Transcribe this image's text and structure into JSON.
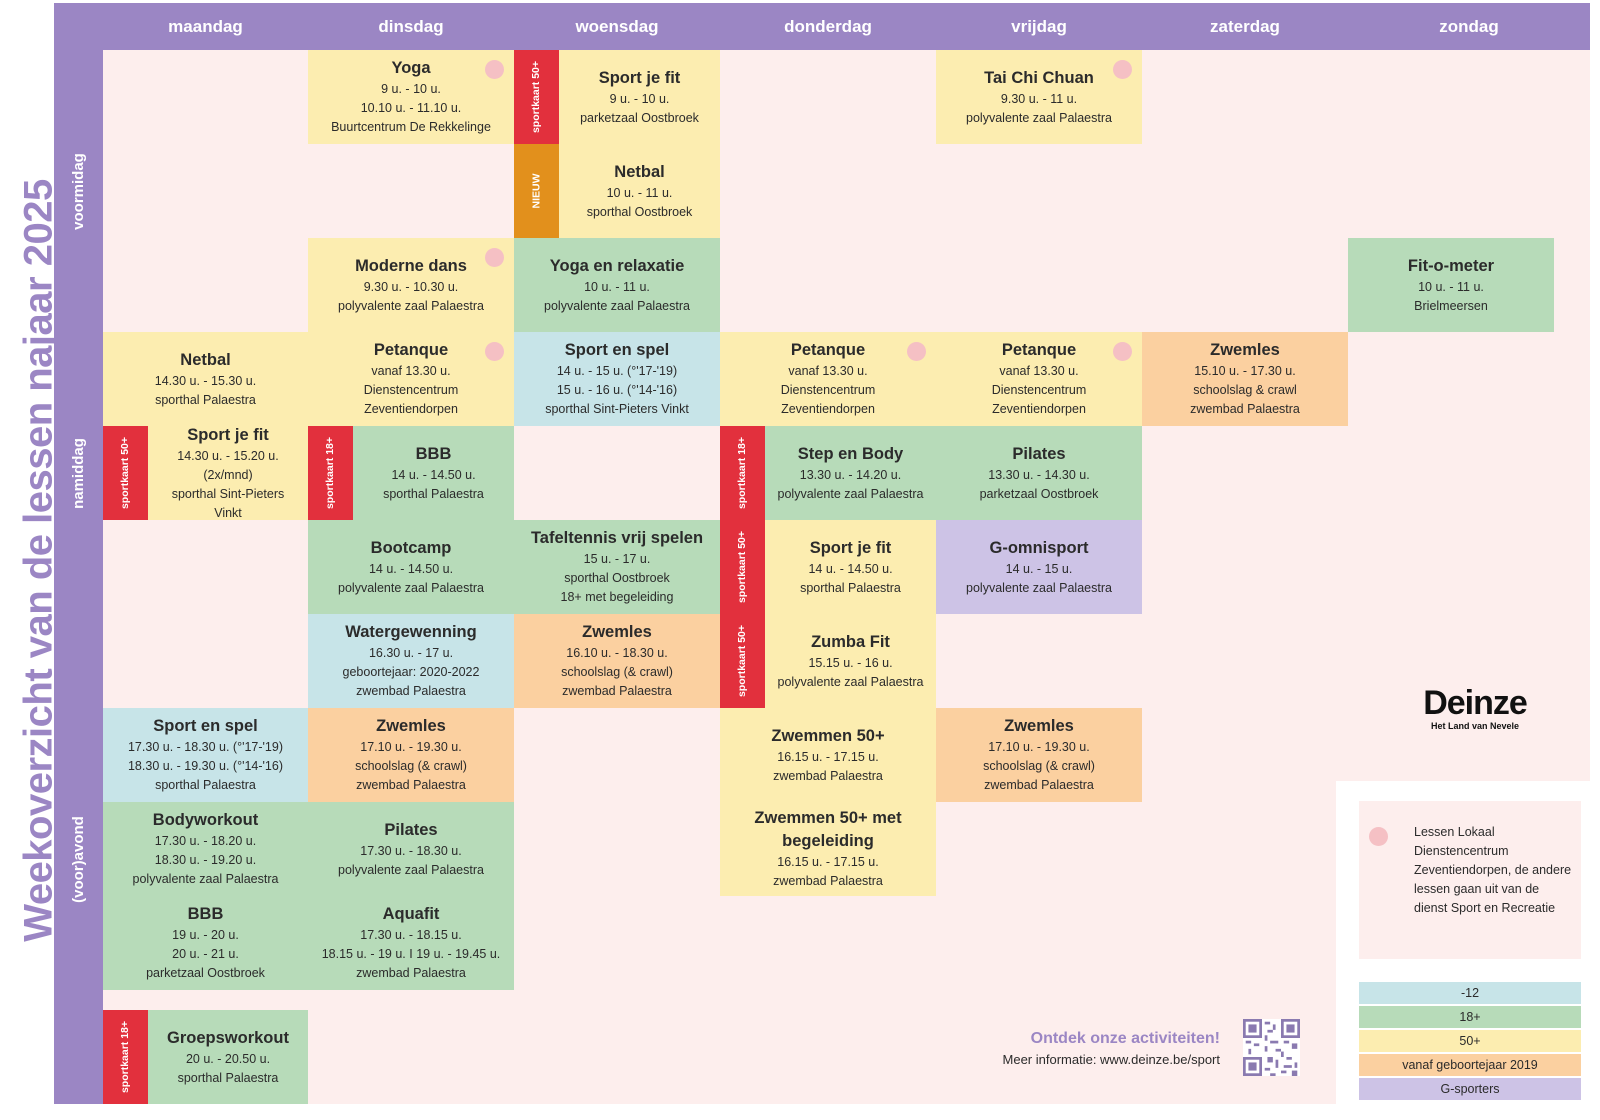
{
  "title": "Weekoverzicht van de lessen najaar 2025",
  "days": [
    "maandag",
    "dinsdag",
    "woensdag",
    "donderdag",
    "vrijdag",
    "zaterdag",
    "zondag"
  ],
  "periods": [
    "voormidag",
    "namiddag",
    "(voor)avond"
  ],
  "tags": {
    "sportkaart50": "sportkaart 50+",
    "sportkaart18": "sportkaart 18+",
    "nieuw": "NIEUW"
  },
  "lessons": {
    "yoga": {
      "name": "Yoga",
      "lines": [
        "9 u. - 10 u.",
        "10.10 u. - 11.10 u.",
        "Buurtcentrum De Rekkelinge"
      ]
    },
    "sportjefit_wo": {
      "name": "Sport je fit",
      "lines": [
        "9 u. - 10 u.",
        "parketzaal Oostbroek"
      ]
    },
    "taichi": {
      "name": "Tai Chi Chuan",
      "lines": [
        "9.30 u. - 11 u.",
        "polyvalente zaal Palaestra"
      ]
    },
    "netbal_wo": {
      "name": "Netbal",
      "lines": [
        "10 u. - 11 u.",
        "sporthal Oostbroek"
      ]
    },
    "moderne_dans": {
      "name": "Moderne dans",
      "lines": [
        "9.30 u. - 10.30 u.",
        "polyvalente zaal Palaestra"
      ]
    },
    "yoga_relax": {
      "name": "Yoga en relaxatie",
      "lines": [
        "10 u. - 11 u.",
        "polyvalente zaal Palaestra"
      ]
    },
    "fitometer": {
      "name": "Fit-o-meter",
      "lines": [
        "10 u. - 11 u.",
        "Brielmeersen"
      ]
    },
    "netbal_ma": {
      "name": "Netbal",
      "lines": [
        "14.30 u. - 15.30 u.",
        "sporthal Palaestra"
      ]
    },
    "petanque_di": {
      "name": "Petanque",
      "lines": [
        "vanaf 13.30 u.",
        "Dienstencentrum",
        "Zeventiendorpen"
      ]
    },
    "sportspel_wo": {
      "name": "Sport en spel",
      "lines": [
        "14 u. - 15 u. (°'17-'19)",
        "15 u. - 16 u. (°'14-'16)",
        "sporthal Sint-Pieters Vinkt"
      ]
    },
    "petanque_do": {
      "name": "Petanque",
      "lines": [
        "vanaf 13.30 u.",
        "Dienstencentrum",
        "Zeventiendorpen"
      ]
    },
    "petanque_vr": {
      "name": "Petanque",
      "lines": [
        "vanaf 13.30 u.",
        "Dienstencentrum",
        "Zeventiendorpen"
      ]
    },
    "zwemles_za": {
      "name": "Zwemles",
      "lines": [
        "15.10 u. - 17.30 u.",
        "schoolslag & crawl",
        "zwembad Palaestra"
      ]
    },
    "sportjefit_ma": {
      "name": "Sport je fit",
      "lines": [
        "14.30 u. - 15.20 u. (2x/mnd)",
        "sporthal Sint-Pieters",
        "Vinkt"
      ]
    },
    "bbb_di": {
      "name": "BBB",
      "lines": [
        "14 u. - 14.50 u.",
        "sporthal Palaestra"
      ]
    },
    "stepbody": {
      "name": "Step en Body",
      "lines": [
        "13.30 u. - 14.20 u.",
        "polyvalente zaal Palaestra"
      ]
    },
    "pilates_vr": {
      "name": "Pilates",
      "lines": [
        "13.30 u. - 14.30 u.",
        "parketzaal Oostbroek"
      ]
    },
    "bootcamp": {
      "name": "Bootcamp",
      "lines": [
        "14 u. - 14.50 u.",
        "polyvalente zaal Palaestra"
      ]
    },
    "tafeltennis": {
      "name": "Tafeltennis vrij spelen",
      "lines": [
        "15 u. - 17 u.",
        "sporthal Oostbroek",
        "18+ met begeleiding"
      ]
    },
    "sportjefit_do": {
      "name": "Sport je fit",
      "lines": [
        "14 u. - 14.50 u.",
        "sporthal Palaestra"
      ]
    },
    "gomnisport": {
      "name": "G-omnisport",
      "lines": [
        "14 u. - 15 u.",
        "polyvalente zaal Palaestra"
      ]
    },
    "watergewenning": {
      "name": "Watergewenning",
      "lines": [
        "16.30 u. - 17 u.",
        "geboortejaar: 2020-2022",
        "zwembad Palaestra"
      ]
    },
    "zwemles_wo": {
      "name": "Zwemles",
      "lines": [
        "16.10 u. - 18.30 u.",
        "schoolslag (& crawl)",
        "zwembad Palaestra"
      ]
    },
    "zumba": {
      "name": "Zumba Fit",
      "lines": [
        "15.15 u. - 16 u.",
        "polyvalente zaal Palaestra"
      ]
    },
    "sportspel_ma": {
      "name": "Sport en spel",
      "lines": [
        "17.30 u. - 18.30 u. (°'17-'19)",
        "18.30 u. - 19.30 u. (°'14-'16)",
        "sporthal Palaestra"
      ]
    },
    "zwemles_di": {
      "name": "Zwemles",
      "lines": [
        "17.10 u. - 19.30 u.",
        "schoolslag (& crawl)",
        "zwembad Palaestra"
      ]
    },
    "zwemmen50": {
      "name": "Zwemmen 50+",
      "lines": [
        "16.15 u. - 17.15 u.",
        "zwembad Palaestra"
      ]
    },
    "zwemles_vr": {
      "name": "Zwemles",
      "lines": [
        "17.10 u. - 19.30 u.",
        "schoolslag (& crawl)",
        "zwembad Palaestra"
      ]
    },
    "bodyworkout": {
      "name": "Bodyworkout",
      "lines": [
        "17.30 u. - 18.20 u.",
        "18.30 u. - 19.20 u.",
        "polyvalente zaal Palaestra"
      ]
    },
    "pilates_di": {
      "name": "Pilates",
      "lines": [
        "17.30 u. - 18.30 u.",
        "polyvalente zaal Palaestra"
      ]
    },
    "zwemmen50_beg": {
      "name": "Zwemmen 50+ met begeleiding",
      "lines": [
        "16.15 u. - 17.15 u.",
        "zwembad Palaestra"
      ]
    },
    "bbb_ma": {
      "name": "BBB",
      "lines": [
        "19 u. - 20 u.",
        "20 u. - 21 u.",
        "parketzaal Oostbroek"
      ]
    },
    "aquafit": {
      "name": "Aquafit",
      "lines": [
        "17.30 u. - 18.15 u.",
        "18.15 u. - 19 u. I 19 u. - 19.45 u.",
        "zwembad Palaestra"
      ]
    },
    "groepsworkout": {
      "name": "Groepsworkout",
      "lines": [
        "20 u. - 20.50 u.",
        "sporthal Palaestra"
      ]
    }
  },
  "logo": {
    "name": "Deinze",
    "subtitle": "Het Land van Nevele"
  },
  "legend": {
    "note": "Lessen Lokaal Dienstencentrum Zeventiendorpen, de andere lessen gaan uit van de dienst Sport en Recreatie",
    "items": [
      {
        "label": "-12",
        "color": "#c7e4e8"
      },
      {
        "label": "18+",
        "color": "#b7dbb9"
      },
      {
        "label": "50+",
        "color": "#fcedb0"
      },
      {
        "label": "vanaf geboortejaar 2019",
        "color": "#fbd0a0"
      },
      {
        "label": "G-sporters",
        "color": "#cdc3e6"
      }
    ]
  },
  "cta": {
    "headline": "Ontdek onze activiteiten!",
    "info": "Meer informatie: www.deinze.be/sport"
  },
  "colors": {
    "accent": "#9b86c4",
    "sportkaart": "#e2303d",
    "nieuw": "#e2901c",
    "dot": "#f5c0c4"
  }
}
